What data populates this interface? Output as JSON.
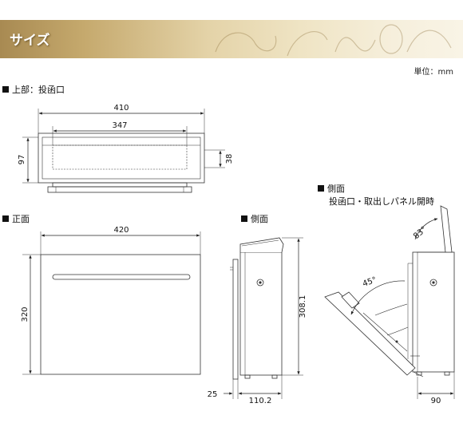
{
  "banner": {
    "title": "サイズ"
  },
  "unit_label": "単位：mm",
  "sections": {
    "top_view": "上部：投函口",
    "front_view": "正面",
    "side_view": "側面",
    "side_open_title": "側面",
    "side_open_sub": "投函口・取出しパネル開時"
  },
  "dims": {
    "top_total_width": "410",
    "top_slot_width": "347",
    "top_height": "97",
    "top_slot_height": "38",
    "front_width": "420",
    "front_height": "320",
    "side_height": "308.1",
    "side_offset": "25",
    "side_depth": "110.2",
    "open_angle_lid": "83°",
    "open_angle_panel": "45°",
    "open_depth": "90"
  },
  "colors": {
    "line": "#333333",
    "banner_gold": "#c5a96d"
  }
}
